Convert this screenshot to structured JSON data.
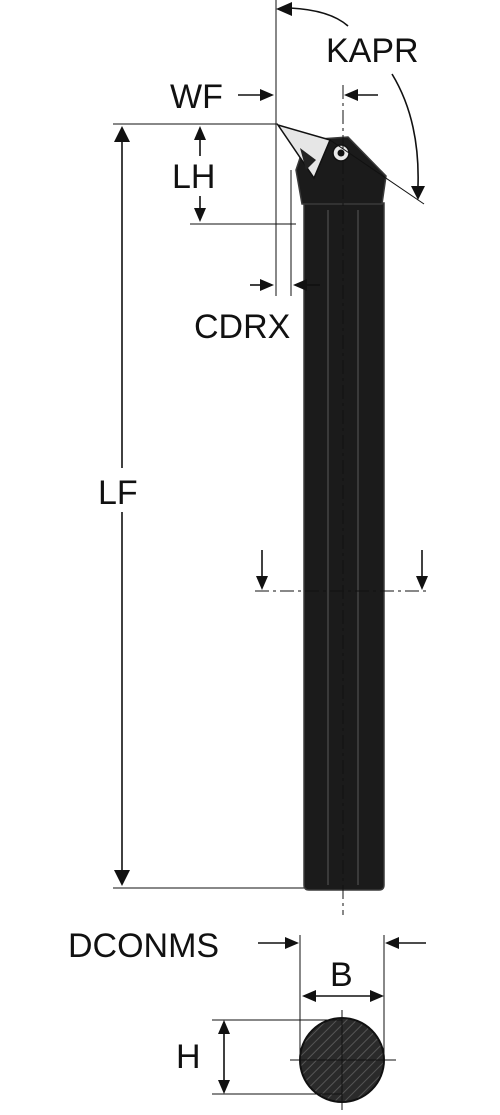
{
  "labels": {
    "kapr": "KAPR",
    "wf": "WF",
    "lh": "LH",
    "cdrx": "CDRX",
    "lf": "LF",
    "dconms": "DCONMS",
    "b": "B",
    "h": "H"
  },
  "colors": {
    "tool_body": "#1b1b1b",
    "tool_edge": "#3a3a3a",
    "insert": "#e8e8e8",
    "line": "#111111"
  }
}
